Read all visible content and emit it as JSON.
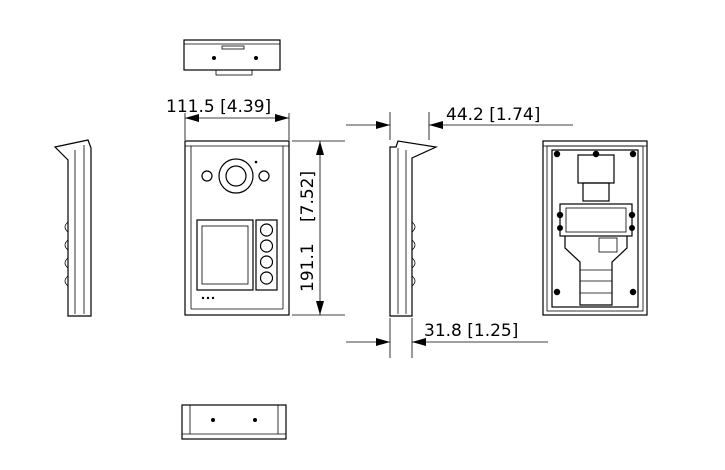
{
  "dimensions": {
    "width": "111.5  [4.39]",
    "height_mm": "191.1",
    "height_in": "[7.52]",
    "depth_top": "44.2  [1.74]",
    "depth_bottom": "31.8  [1.25]"
  },
  "colors": {
    "line": "#000000",
    "background": "#ffffff"
  }
}
